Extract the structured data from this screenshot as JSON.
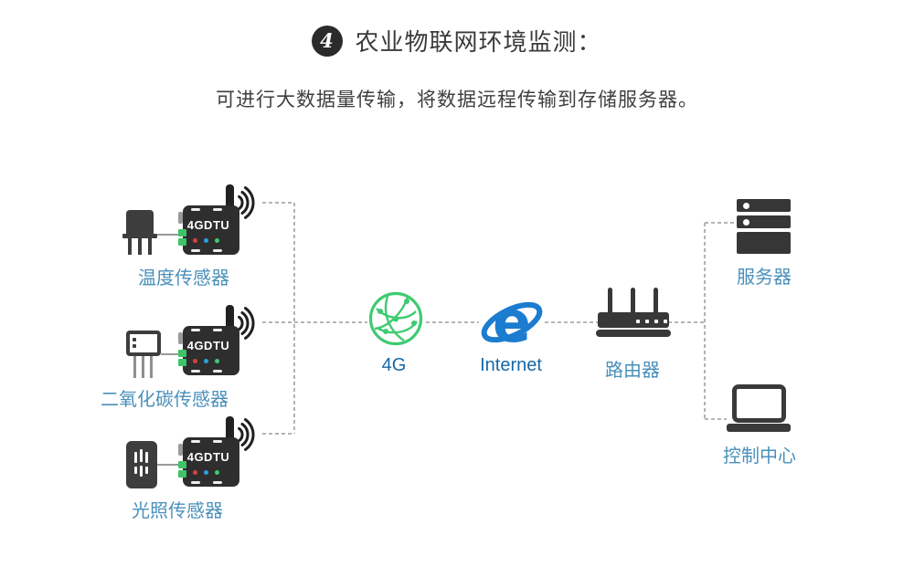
{
  "header": {
    "badge": "4",
    "title": "农业物联网环境监测："
  },
  "subtitle": "可进行大数据量传输，将数据远程传输到存储服务器。",
  "dtu": {
    "label": "4GDTU"
  },
  "sensors": [
    {
      "name": "温度传感器",
      "icon": "temperature-sensor-icon"
    },
    {
      "name": "二氧化碳传感器",
      "icon": "co2-sensor-icon"
    },
    {
      "name": "光照传感器",
      "icon": "light-sensor-icon"
    }
  ],
  "network": [
    {
      "label": "4G",
      "icon": "globe-network-icon"
    },
    {
      "label": "Internet",
      "icon": "internet-explorer-icon"
    },
    {
      "label": "路由器",
      "icon": "router-icon"
    }
  ],
  "endpoints": [
    {
      "label": "服务器",
      "icon": "server-icon"
    },
    {
      "label": "控制中心",
      "icon": "laptop-icon"
    }
  ],
  "colors": {
    "accent_green": "#3ecb71",
    "ie_blue": "#1b7cd0",
    "device_label_blue": "#4a90ba",
    "network_label_blue": "#1668a7",
    "icon_dark": "#363636",
    "dashed_line": "#ababab"
  }
}
